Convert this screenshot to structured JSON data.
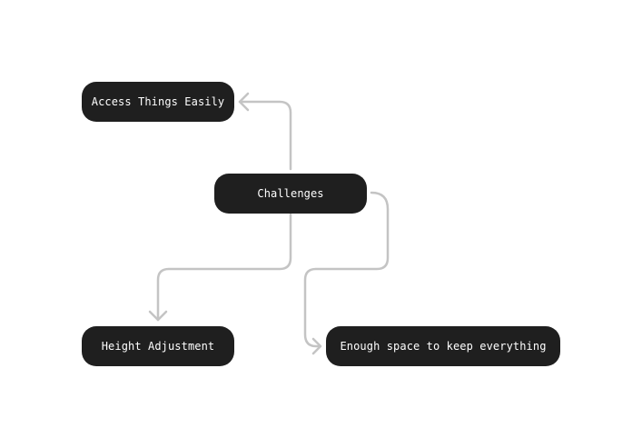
{
  "colors": {
    "node_fill": "#1f1f1f",
    "node_text": "#ffffff",
    "connector": "#c4c4c4",
    "background": "#ffffff"
  },
  "nodes": {
    "center": {
      "label": "Challenges"
    },
    "access": {
      "label": "Access Things Easily"
    },
    "height": {
      "label": "Height Adjustment"
    },
    "space": {
      "label": "Enough space to keep everything"
    }
  },
  "edges": [
    {
      "from": "center",
      "to": "access"
    },
    {
      "from": "center",
      "to": "height"
    },
    {
      "from": "center",
      "to": "space"
    }
  ]
}
